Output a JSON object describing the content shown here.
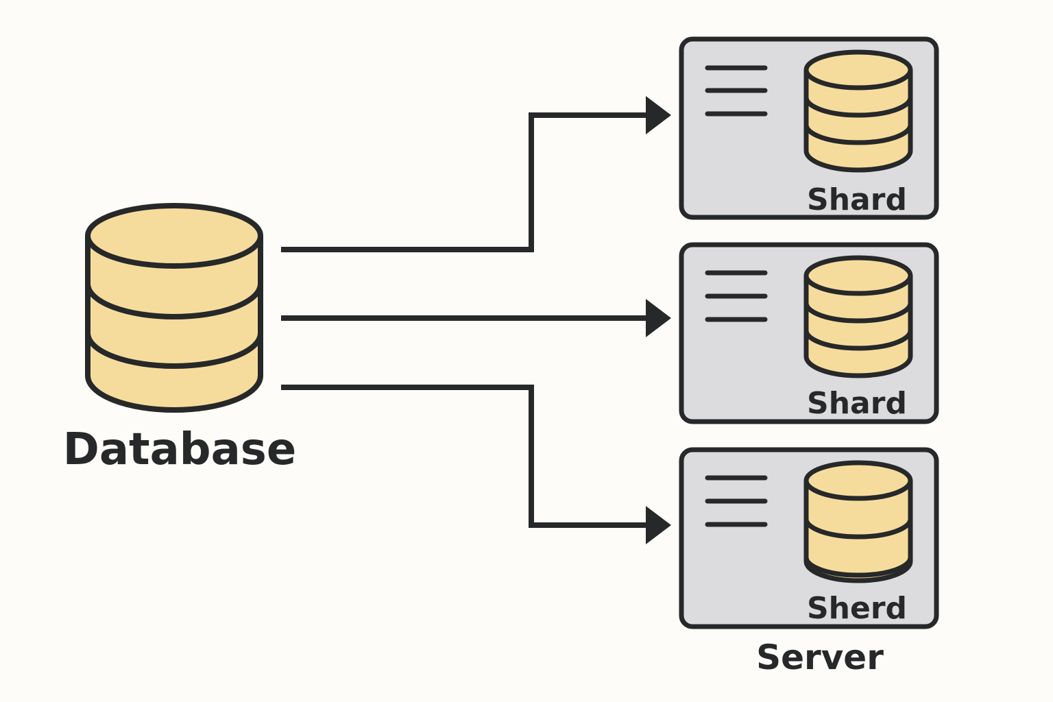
{
  "colors": {
    "background": "#fdfcf8",
    "stroke": "#262829",
    "database_fill": "#f6dc9c",
    "server_fill": "#dcdcdf"
  },
  "database": {
    "label": "Database",
    "icon": "database-cylinder-icon"
  },
  "servers": [
    {
      "shard_label": "Shard",
      "icon": "server-box-icon"
    },
    {
      "shard_label": "Shard",
      "icon": "server-box-icon"
    },
    {
      "shard_label": "Sherd",
      "icon": "server-box-icon"
    }
  ],
  "server_label": "Server",
  "connections": [
    {
      "from": "Database",
      "to": "server-1"
    },
    {
      "from": "Database",
      "to": "server-2"
    },
    {
      "from": "Database",
      "to": "server-3"
    }
  ]
}
